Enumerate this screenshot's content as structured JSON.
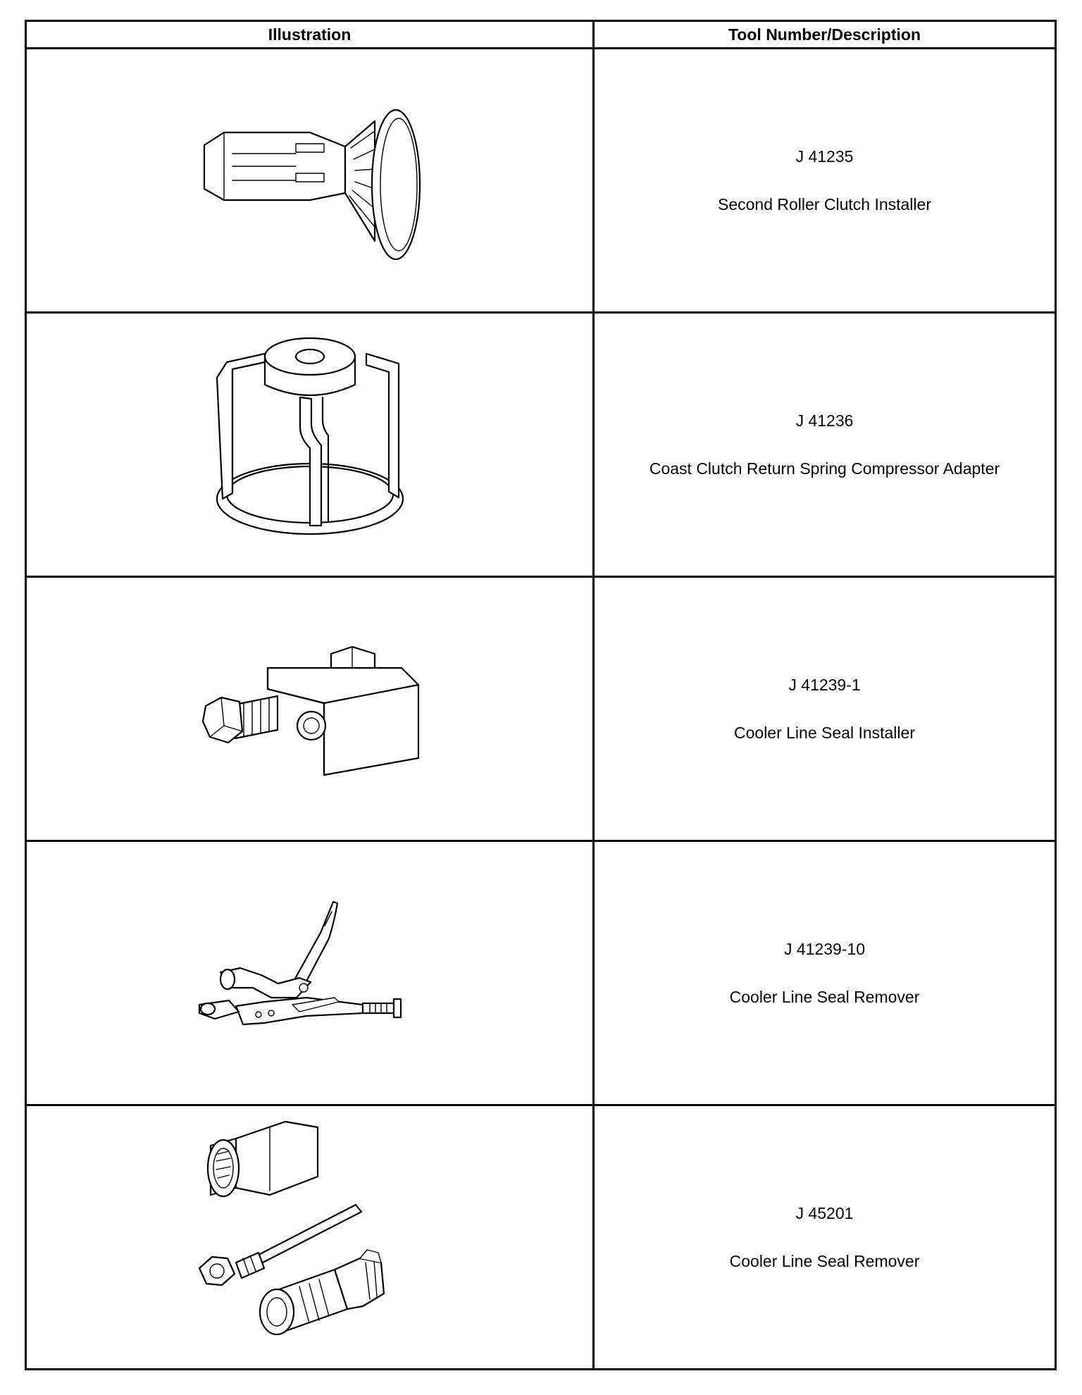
{
  "table": {
    "headers": {
      "illustration": "Illustration",
      "tool": "Tool Number/Description"
    },
    "rows": [
      {
        "number": "J 41235",
        "description": "Second Roller Clutch Installer",
        "icon": "roller-clutch-installer-icon"
      },
      {
        "number": "J 41236",
        "description": "Coast Clutch Return Spring Compressor Adapter",
        "icon": "spring-compressor-adapter-icon"
      },
      {
        "number": "J 41239-1",
        "description": "Cooler Line Seal Installer",
        "icon": "seal-installer-icon"
      },
      {
        "number": "J 41239-10",
        "description": "Cooler Line Seal Remover",
        "icon": "seal-remover-pliers-icon"
      },
      {
        "number": "J 45201",
        "description": "Cooler Line Seal Remover",
        "icon": "seal-remover-kit-icon"
      }
    ]
  }
}
